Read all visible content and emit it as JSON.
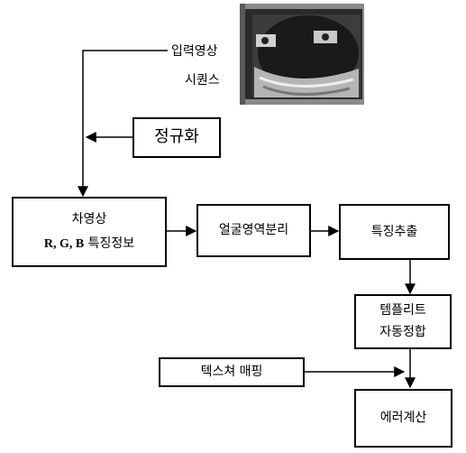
{
  "input": {
    "line1": "입력영상",
    "line2": "시퀀스"
  },
  "nodes": {
    "normalize": "정규화",
    "diff": {
      "line1": "차영상",
      "rgb": "R, G, B",
      "feature": "특징정보"
    },
    "face_region": "얼굴영역분리",
    "feature_extract": "특징추출",
    "template": {
      "line1": "템플리트",
      "line2": "자동정합"
    },
    "texture": "텍스쳐 매핑",
    "error": "에러계산"
  }
}
